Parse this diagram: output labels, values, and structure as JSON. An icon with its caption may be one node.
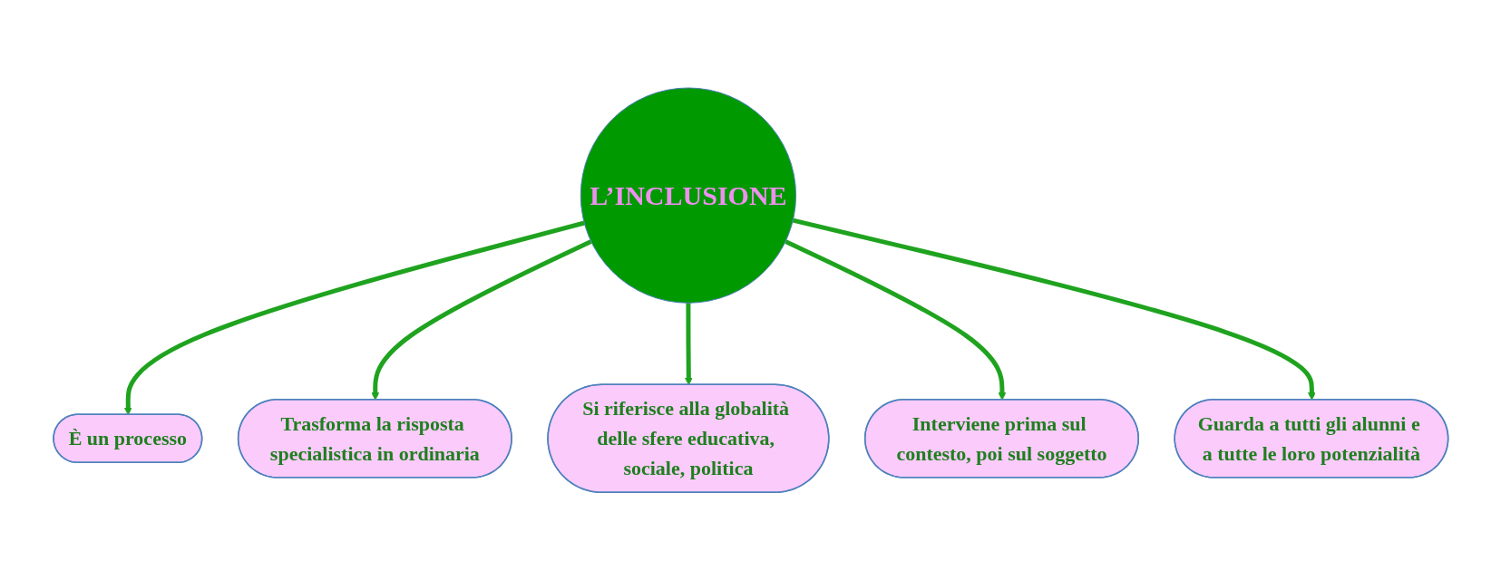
{
  "diagram": {
    "nodes": [
      {
        "text": [
          "È un processo"
        ]
      },
      {
        "text": [
          "Trasforma la risposta specialistica in ordinaria"
        ]
      },
      {
        "text": [
          "Si riferisce alla globalità delle sfere educativa, sociale, politica"
        ]
      },
      {
        "text": [
          "L’INCLUSIONE"
        ]
      },
      {
        "text": [
          "Interviene prima sul contesto, poi sul soggetto"
        ]
      },
      {
        "text": [
          "Guarda a tutti gli alunni e a tutte le loro potenzialità"
        ]
      }
    ],
    "edges": [
      {
        "from": 3,
        "to": 0,
        "arrow": "to"
      },
      {
        "from": 3,
        "to": 1,
        "arrow": "to"
      },
      {
        "from": 3,
        "to": 2,
        "arrow": "to"
      },
      {
        "from": 3,
        "to": 4,
        "arrow": "to"
      },
      {
        "from": 3,
        "to": 5,
        "arrow": "to"
      }
    ]
  }
}
